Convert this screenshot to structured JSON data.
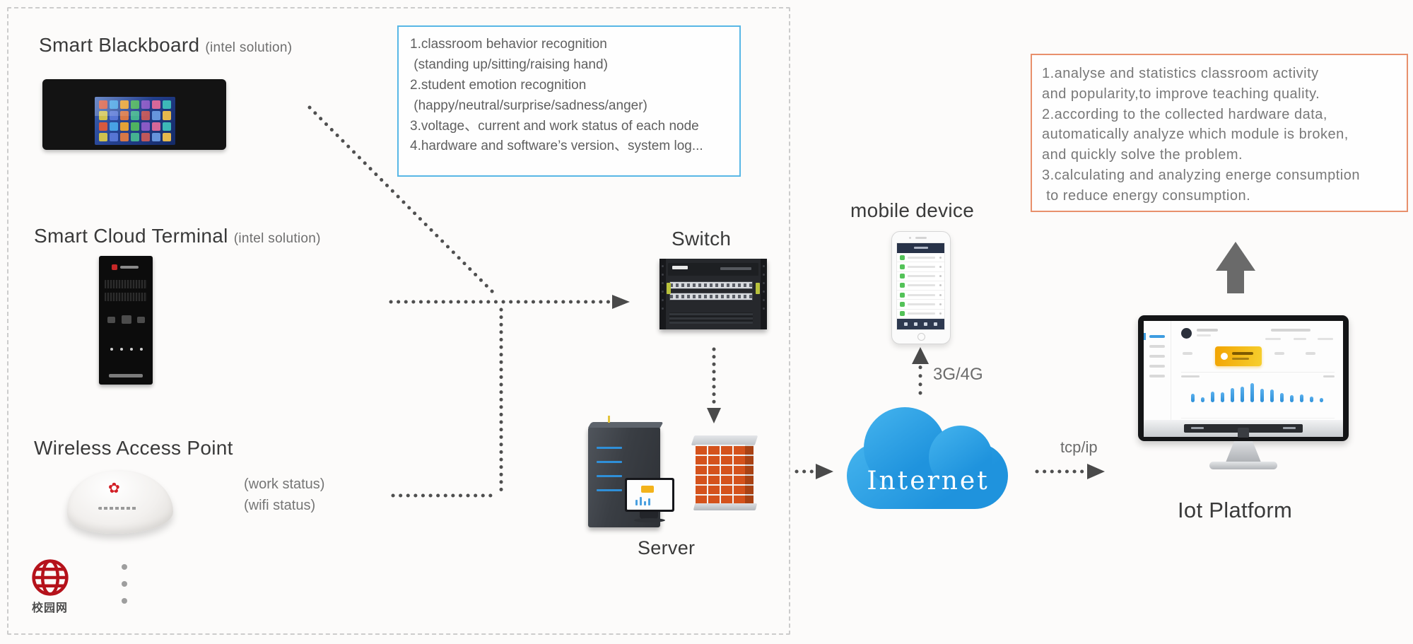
{
  "labels": {
    "smart_blackboard": "Smart Blackboard",
    "smart_blackboard_sub": "(intel solution)",
    "smart_cloud_terminal": "Smart Cloud Terminal",
    "smart_cloud_terminal_sub": "(intel solution)",
    "wireless_access_point": "Wireless Access Point",
    "work_status": "(work status)",
    "wifi_status": "(wifi status)",
    "campus_network": "校园网",
    "switch": "Switch",
    "server": "Server",
    "mobile_device": "mobile device",
    "g3g4": "3G/4G",
    "internet": "Internet",
    "tcpip": "tcp/ip",
    "iot_platform": "Iot Platform"
  },
  "feature_box": {
    "border_color": "#58b7e6",
    "lines": [
      "1.classroom behavior recognition",
      " (standing up/sitting/raising hand)",
      "2.student emotion recognition",
      " (happy/neutral/surprise/sadness/anger)",
      "3.voltage、current and work status of each node",
      "4.hardware and software’s version、system log..."
    ]
  },
  "analysis_box": {
    "border_color": "#e8906c",
    "lines": [
      "1.analyse and statistics classroom activity",
      "and popularity,to improve teaching quality.",
      "2.according to the collected hardware data,",
      "automatically analyze which module is broken,",
      "and quickly solve the problem.",
      "3.calculating and analyzing energe consumption",
      " to reduce energy consumption."
    ]
  },
  "decor": {
    "blackboard_tiles": [
      "#e05a3a",
      "#4aa6e8",
      "#f0a832",
      "#52b85e",
      "#8e5cc8",
      "#e06a9a",
      "#3fc0ba",
      "#d8c84a",
      "#5a78d8",
      "#e07a42",
      "#48b890",
      "#c85a5a",
      "#6a9ae0",
      "#f0c04a"
    ],
    "phone_row_count": 7,
    "iot_chart_bars": [
      38,
      22,
      48,
      45,
      62,
      70,
      85,
      60,
      55,
      42,
      30,
      35,
      26,
      18
    ]
  }
}
